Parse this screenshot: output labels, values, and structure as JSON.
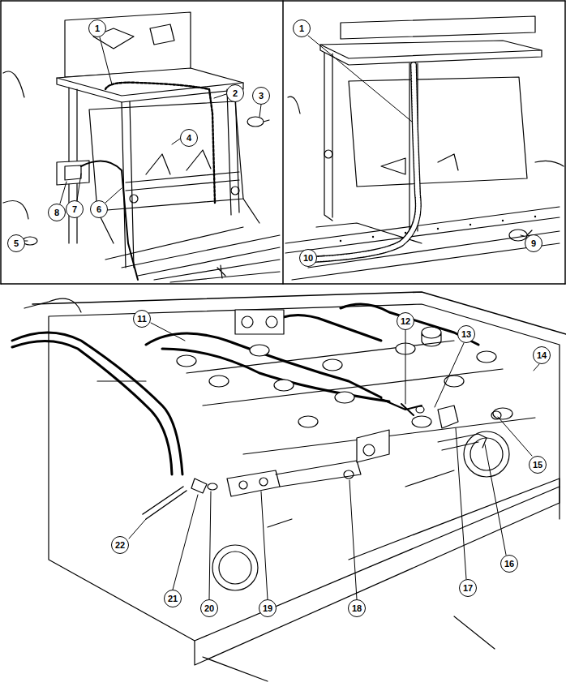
{
  "diagram": {
    "labels": [
      "1",
      "2",
      "3",
      "4",
      "5",
      "6",
      "7",
      "8",
      "1",
      "9",
      "10",
      "11",
      "12",
      "13",
      "14",
      "15",
      "16",
      "17",
      "18",
      "19",
      "20",
      "21",
      "22"
    ]
  }
}
